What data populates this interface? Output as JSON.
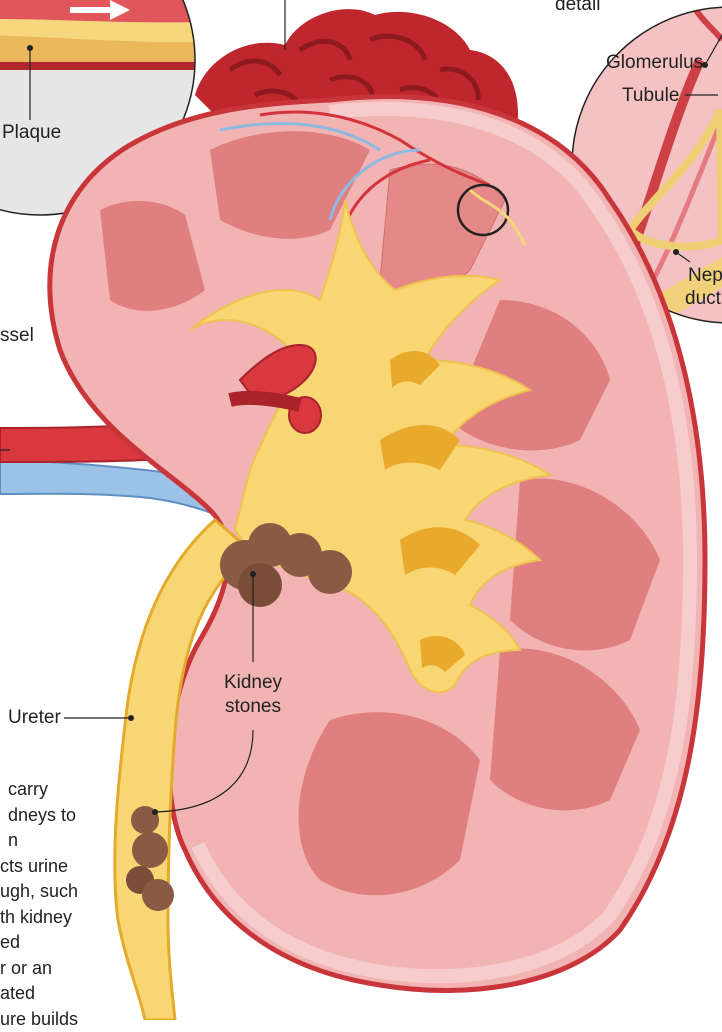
{
  "labels": {
    "detail": "detail",
    "plaque": "Plaque",
    "glomerulus": "Glomerulus",
    "tubule": "Tubule",
    "nephron_duct_line1": "Nep",
    "nephron_duct_line2": "duct",
    "vessel": "ssel",
    "ureter": "Ureter",
    "kidney_stones_line1": "Kidney",
    "kidney_stones_line2": "stones"
  },
  "body_text_lines": [
    "carry",
    "dneys to",
    "n",
    "cts urine",
    "ugh, such",
    "th kidney",
    "ed",
    "r or an",
    "ated",
    "ure builds"
  ],
  "colors": {
    "cortex": "#f2b3b3",
    "pyramid": "#e07f7f",
    "capsule": "#c8353a",
    "pelvis": "#f8d674",
    "pelvis_dark": "#e9a92c",
    "artery": "#d3333a",
    "vein": "#8fb9e2",
    "stone": "#8a5a44"
  }
}
